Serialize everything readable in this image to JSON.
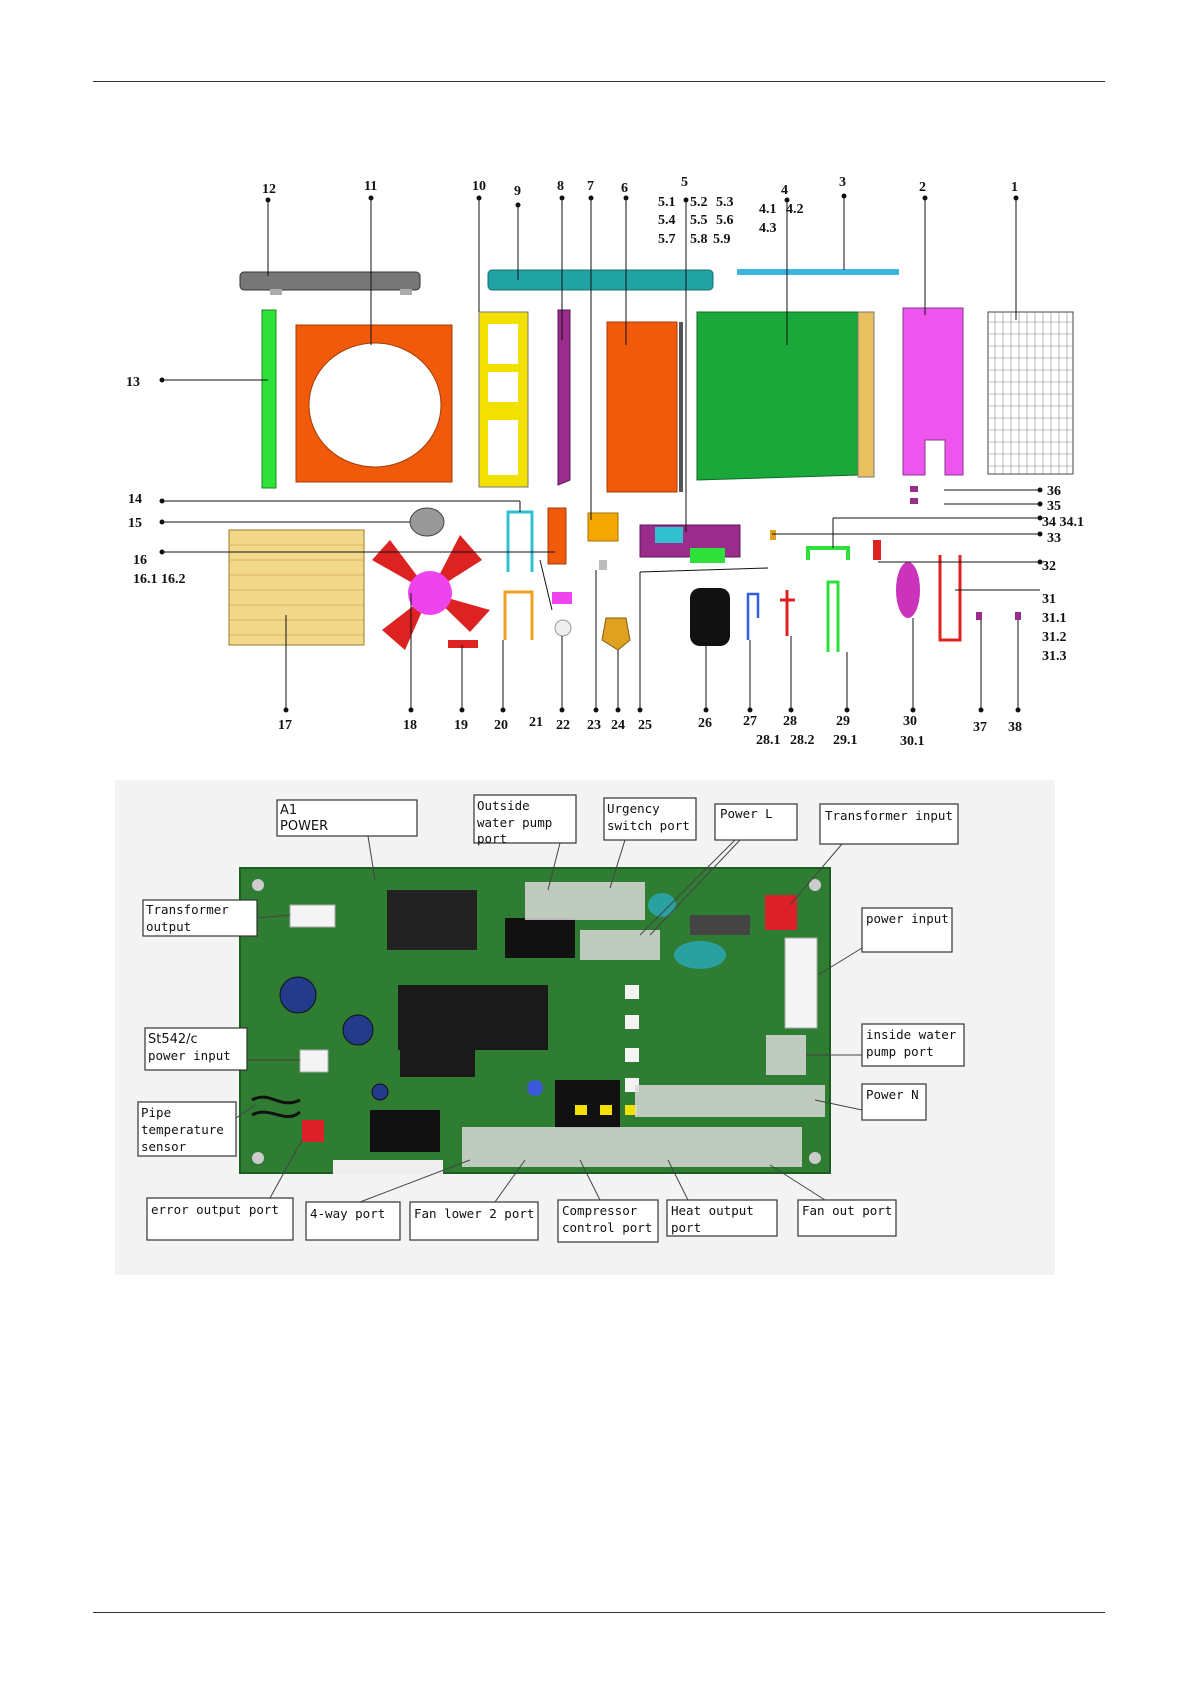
{
  "exploded_view": {
    "labels": {
      "l1": "1",
      "l2": "2",
      "l3": "3",
      "l4": "4",
      "l4a": "4.1",
      "l4b": "4.2",
      "l4c": "4.3",
      "l5": "5",
      "l5a": "5.1",
      "l5b": "5.2",
      "l5c": "5.3",
      "l5d": "5.4",
      "l5e": "5.5",
      "l5f": "5.6",
      "l5g": "5.7",
      "l5h": "5.8",
      "l5i": "5.9",
      "l6": "6",
      "l7": "7",
      "l8": "8",
      "l9": "9",
      "l10": "10",
      "l11": "11",
      "l12": "12",
      "l13": "13",
      "l14": "14",
      "l15": "15",
      "l16": "16",
      "l16a": "16.1 16.2",
      "l17": "17",
      "l18": "18",
      "l19": "19",
      "l20": "20",
      "l21": "21",
      "l22": "22",
      "l23": "23",
      "l24": "24",
      "l25": "25",
      "l26": "26",
      "l27": "27",
      "l28": "28",
      "l28a": "28.1",
      "l28b": "28.2",
      "l29": "29",
      "l29a": "29.1",
      "l30": "30",
      "l30a": "30.1",
      "l31": "31",
      "l31a": "31.1",
      "l31b": "31.2",
      "l31c": "31.3",
      "l32": "32",
      "l33": "33",
      "l34": "34 34.1",
      "l35": "35",
      "l36": "36",
      "l37": "37",
      "l38": "38"
    }
  },
  "pcb": {
    "callouts": {
      "a1_power_1": "A1",
      "a1_power_2": "POWER",
      "outside_pump_1": "Outside",
      "outside_pump_2": "water pump",
      "outside_pump_3": "port",
      "urgency_1": "Urgency",
      "urgency_2": "switch port",
      "power_l": "Power L",
      "transformer_input": "Transformer input",
      "transformer_output_1": "Transformer",
      "transformer_output_2": "output",
      "power_input": "power input",
      "st542_1": "St542/c",
      "st542_2": "power input",
      "inside_pump_1": "inside water",
      "inside_pump_2": "pump port",
      "power_n": "Power N",
      "pipe_1": "Pipe",
      "pipe_2": "temperature",
      "pipe_3": "sensor",
      "error_output": "error output port",
      "four_way": "4-way port",
      "fan_lower": "Fan lower 2 port",
      "compressor_1": "Compressor",
      "compressor_2": "control port",
      "heat_output_1": "Heat output",
      "heat_output_2": "port",
      "fan_out": "Fan out port"
    }
  },
  "colors": {
    "orange_panel": "#f05a0a",
    "green_coil": "#1aa83a",
    "pink_panel": "#ee55ee",
    "yellow_frame": "#f2e000",
    "teal_top": "#22a3a3",
    "pcb_green": "#2e7d32",
    "fan_red": "#dd2222"
  }
}
